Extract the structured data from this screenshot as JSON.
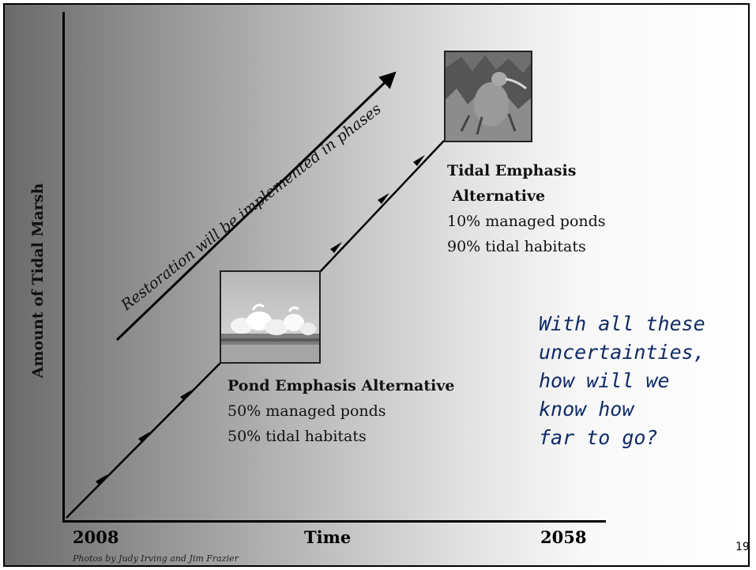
{
  "axes": {
    "ylabel": "Amount of Tidal Marsh",
    "xlabel": "Time",
    "x_start": "2008",
    "x_end": "2058"
  },
  "phases_note": "Restoration will be implemented in phases",
  "pond_alternative": {
    "title": "Pond Emphasis Alternative",
    "line1": "50% managed ponds",
    "line2": "50% tidal habitats"
  },
  "tidal_alternative": {
    "title_line1": "Tidal Emphasis",
    "title_line2": "Alternative",
    "line1": "10% managed ponds",
    "line2": "90% tidal habitats"
  },
  "question": {
    "line1": "With all these",
    "line2": "uncertainties,",
    "line3": "how will we",
    "line4": "know how",
    "line5": "far to go?"
  },
  "photo_credit": "Photos by  Judy Irving and Jim Frazier",
  "slide_number": "19",
  "photos": {
    "pelicans": "white-pelicans-photo",
    "bird": "shorebird-photo"
  },
  "colors": {
    "question_text": "#0f2a66",
    "axis": "#000000"
  }
}
